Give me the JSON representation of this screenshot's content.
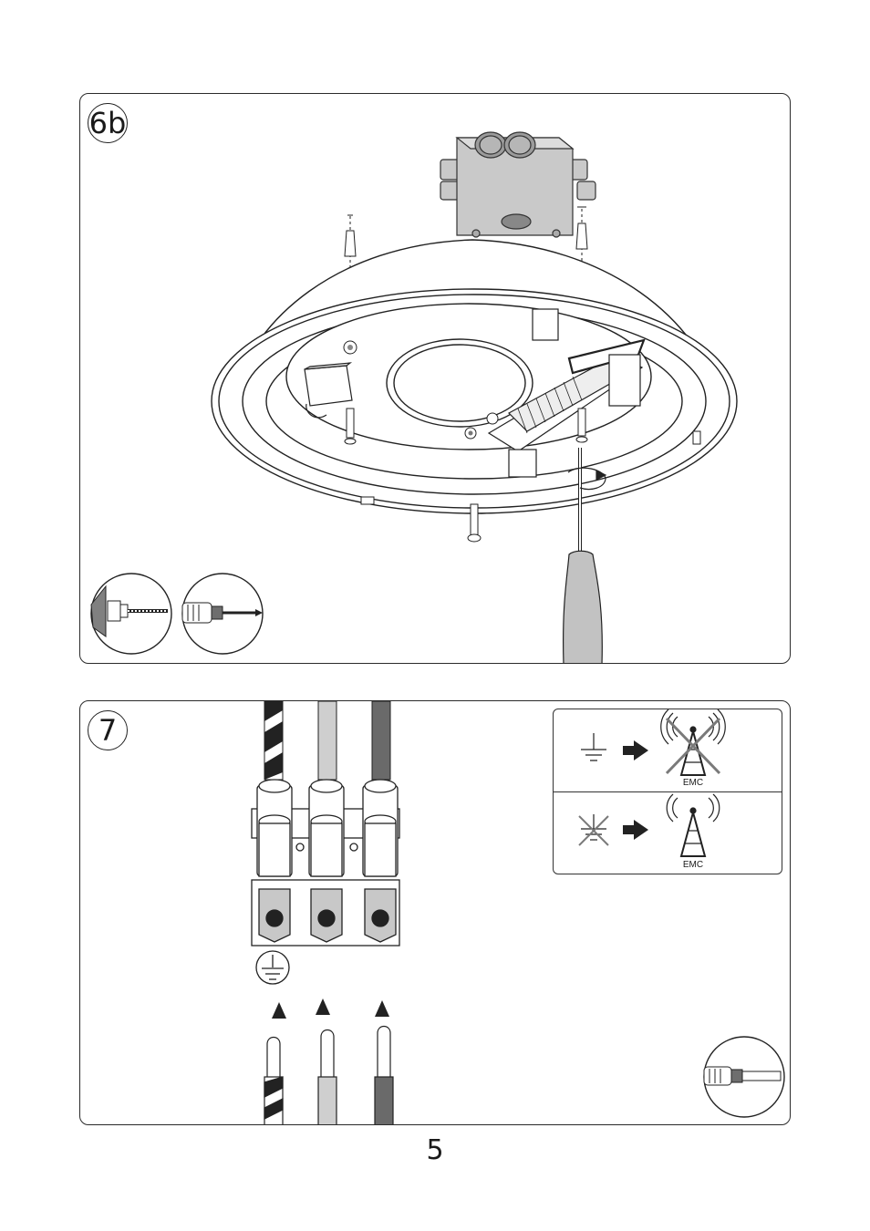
{
  "steps": {
    "step_6b": {
      "label": "6b"
    },
    "step_7": {
      "label": "7"
    }
  },
  "emc": {
    "row_grounded": {
      "label": "EMC",
      "ground_icon": "earth-ground-icon",
      "tower_icon": "emc-tower-crossed-icon"
    },
    "row_not_grounded": {
      "label": "EMC",
      "ground_icon": "earth-ground-crossed-icon",
      "tower_icon": "emc-tower-icon"
    }
  },
  "colors": {
    "line": "#222222",
    "fill_gray": "#c8c8c8",
    "fill_dark": "#6e6e6e",
    "wire_light": "#cfcfcf",
    "wire_dark": "#6a6a6a"
  },
  "page": {
    "number": "5"
  }
}
